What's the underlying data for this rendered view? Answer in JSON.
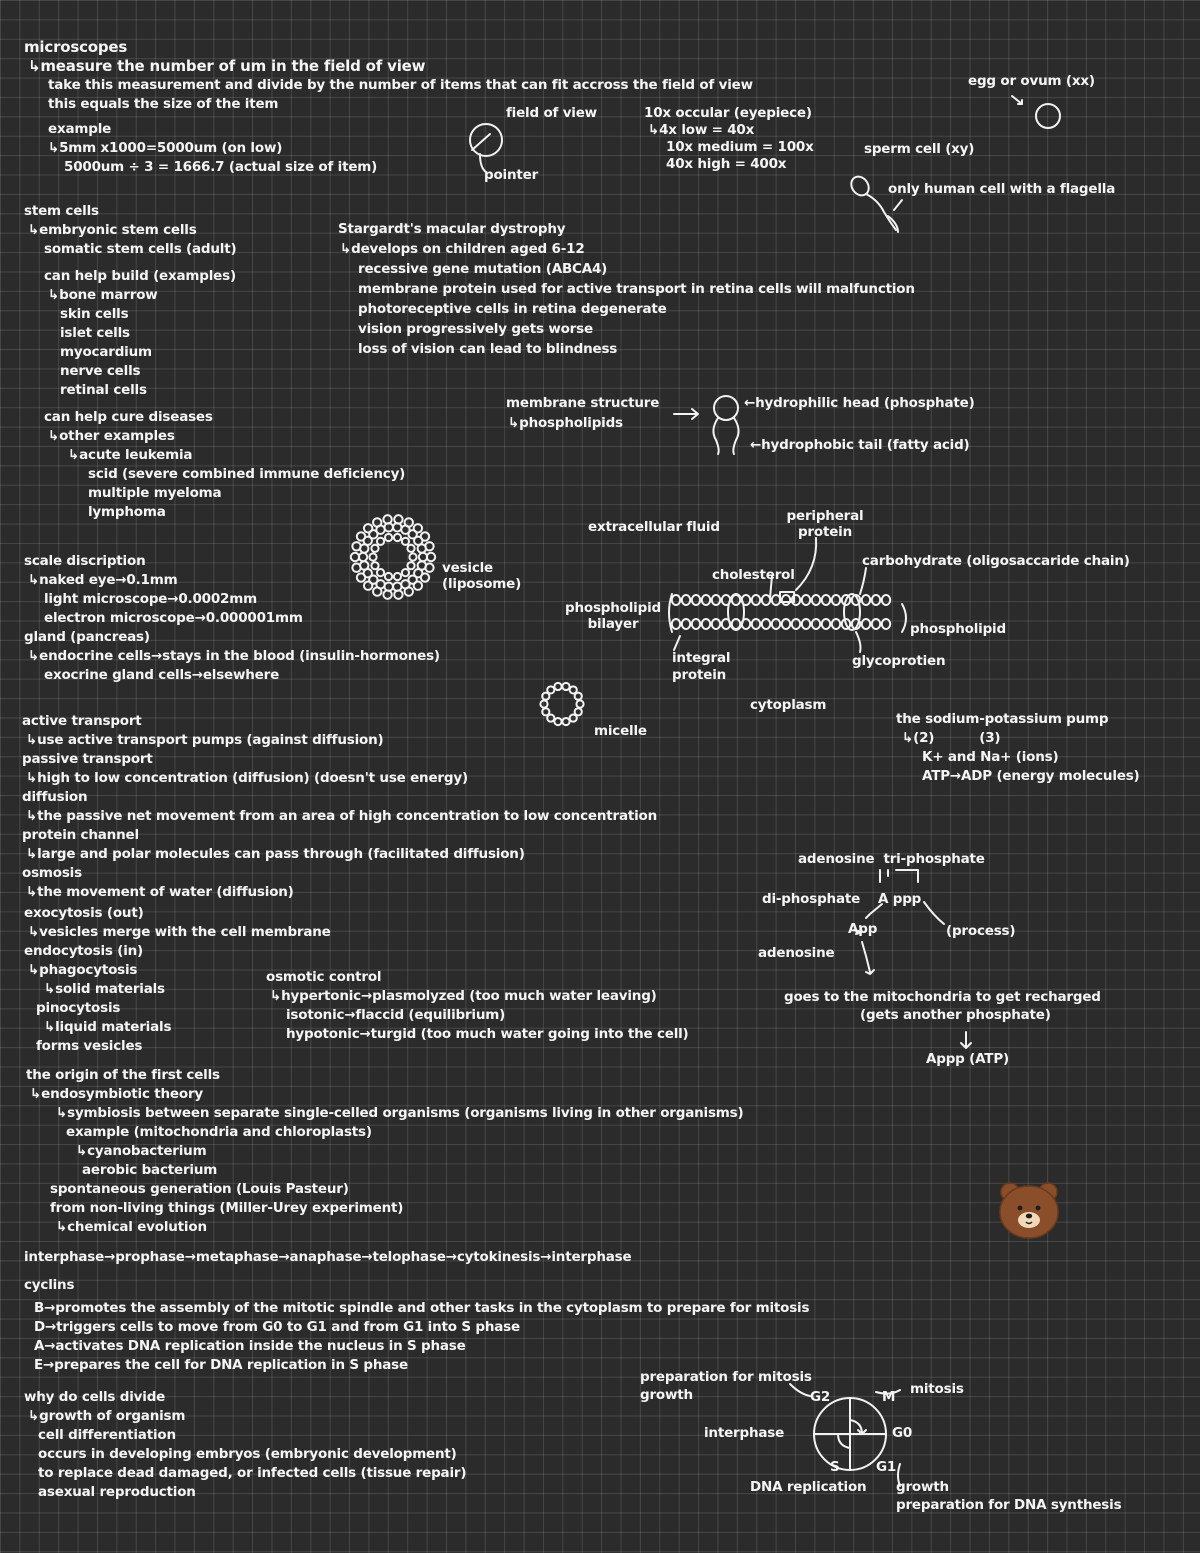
{
  "microscopes": {
    "lines": [
      "microscopes",
      "↳measure the number of um in the field of view",
      "take this measurement and divide by the number of items that can fit accross the field of view",
      "this equals the size of the item",
      "example",
      "↳5mm x1000=5000um    (on low)",
      "5000um ÷ 3 = 1666.7 (actual size of item)"
    ]
  },
  "field_of_view": {
    "label": "field of view",
    "pointer": "pointer"
  },
  "ocular": {
    "lines": [
      "10x occular (eyepiece)",
      "↳4x low = 40x",
      "10x medium = 100x",
      "40x high = 400x"
    ]
  },
  "egg": {
    "label": "egg or ovum (xx)"
  },
  "sperm": {
    "label": "sperm cell (xy)",
    "note": "only human cell with a flagella"
  },
  "stem_cells": {
    "lines": [
      "stem cells",
      "↳embryonic stem cells",
      "somatic stem cells (adult)",
      "can help build (examples)",
      "↳bone marrow",
      "skin cells",
      "islet cells",
      "myocardium",
      "nerve cells",
      "retinal cells",
      "can help cure diseases",
      "↳other examples",
      "↳acute leukemia",
      "scid (severe combined immune deficiency)",
      "multiple myeloma",
      "lymphoma"
    ]
  },
  "stargardt": {
    "lines": [
      "Stargardt's macular dystrophy",
      "↳develops on children aged 6-12",
      "recessive gene mutation (ABCA4)",
      "membrane protein used for active transport in retina cells will malfunction",
      "photoreceptive cells in retina degenerate",
      "vision progressively gets worse",
      "loss of vision can lead to blindness"
    ]
  },
  "membrane_structure": {
    "title": "membrane structure",
    "sub": "↳phospholipids",
    "head": "hydrophilic head (phosphate)",
    "tail": "hydrophobic tail (fatty acid)"
  },
  "vesicle": {
    "label": "vesicle\n(liposome)"
  },
  "micelle": {
    "label": "micelle"
  },
  "bilayer": {
    "extracellular": "extracellular fluid",
    "peripheral": "peripheral protein",
    "cholesterol": "cholesterol",
    "carbohydrate": "carbohydrate (oligosaccaride chain)",
    "phospholipid_bilayer": "phospholipid bilayer",
    "phospholipid": "phospholipid",
    "integral": "integral protein",
    "glycoprotein": "glycoprotien",
    "cytoplasm": "cytoplasm"
  },
  "scale": {
    "lines": [
      "scale discription",
      "↳naked eye→0.1mm",
      "light microscope→0.0002mm",
      "electron microscope→0.000001mm",
      "gland (pancreas)",
      "↳endocrine cells→stays in the blood (insulin-hormones)",
      "exocrine gland cells→elsewhere"
    ]
  },
  "transport": {
    "lines": [
      "active transport",
      "↳use active transport pumps (against diffusion)",
      "passive transport",
      "↳high to low concentration (diffusion) (doesn't use energy)",
      "diffusion",
      "↳the passive net movement from an area of high concentration to low concentration",
      "protein channel",
      "↳large and polar molecules can pass through (facilitated diffusion)",
      "osmosis",
      "↳the movement of water (diffusion)"
    ]
  },
  "pump": {
    "lines": [
      "the sodium-potassium pump",
      "↳(2)          (3)",
      "K+ and Na+ (ions)",
      "ATP→ADP (energy molecules)"
    ]
  },
  "atp": {
    "adenosine_tri": "adenosine  tri-phosphate",
    "di": "di-phosphate",
    "appp_top": "A ppp",
    "app": "App",
    "adenosine": "adenosine",
    "process": "(process)",
    "goes": "goes to the mitochondria to get recharged",
    "gets": "(gets another phosphate)",
    "appp": "Appp (ATP)"
  },
  "cytosis": {
    "lines": [
      "exocytosis (out)",
      "↳vesicles merge with the cell membrane",
      "endocytosis (in)",
      "↳phagocytosis",
      "↳solid materials",
      "pinocytosis",
      "↳liquid materials",
      "forms vesicles"
    ]
  },
  "osmotic": {
    "lines": [
      "osmotic control",
      "↳hypertonic→plasmolyzed (too much water leaving)",
      "isotonic→flaccid (equilibrium)",
      "hypotonic→turgid (too much water going into the cell)"
    ]
  },
  "origin": {
    "lines": [
      "the origin of the first cells",
      "↳endosymbiotic theory",
      "↳symbiosis between separate single-celled organisms (organisms living in other organisms)",
      "example (mitochondria and chloroplasts)",
      "↳cyanobacterium",
      "aerobic bacterium",
      "spontaneous generation (Louis Pasteur)",
      "from non-living things (Miller-Urey experiment)",
      "↳chemical evolution"
    ]
  },
  "phases": {
    "line": "interphase→prophase→metaphase→anaphase→telophase→cytokinesis→interphase"
  },
  "cyclins": {
    "lines": [
      "cyclins",
      "B→promotes the assembly of the mitotic spindle and other tasks in the cytoplasm to prepare for mitosis",
      "D→triggers cells to move from G0 to G1 and from G1 into S phase",
      "A→activates DNA replication inside the nucleus in S phase",
      "E→prepares the cell for DNA replication in S phase"
    ]
  },
  "divide": {
    "lines": [
      "why do cells divide",
      "↳growth of organism",
      "cell differentiation",
      "occurs in developing embryos (embryonic development)",
      "to replace dead damaged, or infected cells (tissue repair)",
      "asexual reproduction"
    ]
  },
  "cycle": {
    "prep_mitosis": "preparation for mitosis",
    "growth_top": "growth",
    "g2": "G2",
    "m": "M",
    "mitosis": "mitosis",
    "interphase": "interphase",
    "g0": "G0",
    "g1": "G1",
    "s": "S",
    "dna": "DNA replication",
    "growth": "growth",
    "prep_dna": "preparation for DNA synthesis"
  },
  "colors": {
    "background": "#2b2b2b",
    "ink": "#f2f2f2",
    "bear_brown": "#8a4f2a"
  },
  "icons": [
    "bear-sticker-icon"
  ]
}
